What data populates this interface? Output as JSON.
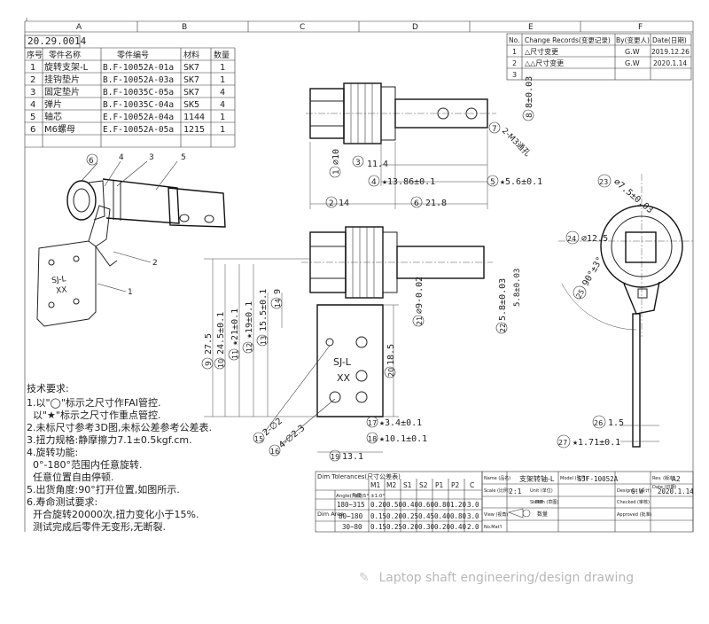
{
  "sheet": {
    "grid_cols": [
      "A",
      "B",
      "C",
      "D",
      "E",
      "F"
    ],
    "drawing_ref": "20.29.0014"
  },
  "bom": {
    "headers": [
      "序号",
      "零件名称",
      "零件编号",
      "材料",
      "数量"
    ],
    "rows": [
      [
        "1",
        "旋转支架-L",
        "B.F-10052A-01a",
        "SK7",
        "1"
      ],
      [
        "2",
        "挂钩垫片",
        "B.F-10052A-03a",
        "SK7",
        "1"
      ],
      [
        "3",
        "固定垫片",
        "B.F-10035C-05a",
        "SK7",
        "4"
      ],
      [
        "4",
        "弹片",
        "B.F-10035C-04a",
        "SK5",
        "4"
      ],
      [
        "5",
        "轴芯",
        "E.F-10052A-04a",
        "1144",
        "1"
      ],
      [
        "6",
        "M6螺母",
        "E.F-10052A-05a",
        "1215",
        "1"
      ]
    ]
  },
  "revisions": {
    "headers": [
      "No.",
      "Change Records(变更记录)",
      "By(变更人)",
      "Date(日期)"
    ],
    "rows": [
      [
        "1",
        "△尺寸变更",
        "G.W",
        "2019.12.26"
      ],
      [
        "2",
        "△△尺寸变更",
        "G.W",
        "2020.1.14"
      ],
      [
        "3",
        "",
        "",
        ""
      ]
    ]
  },
  "balloons_iso": [
    "6",
    "4",
    "3",
    "5",
    "2",
    "1"
  ],
  "iso_marks": [
    "SJ-L",
    "XX"
  ],
  "top_view_dims": [
    {
      "n": "1",
      "t": "∅10"
    },
    {
      "n": "2",
      "t": "14"
    },
    {
      "n": "3",
      "t": "11.4"
    },
    {
      "n": "4",
      "t": "★13.86±0.1"
    },
    {
      "n": "5",
      "t": "★5.6±0.1"
    },
    {
      "n": "6",
      "t": "21.8"
    },
    {
      "n": "7",
      "t": "2-M3通孔"
    },
    {
      "n": "8",
      "t": "8±0.03"
    }
  ],
  "front_view_dims": [
    {
      "n": "9",
      "t": "27.5"
    },
    {
      "n": "10",
      "t": "24.5±0.1"
    },
    {
      "n": "11",
      "t": "★21±0.1"
    },
    {
      "n": "12",
      "t": "★19±0.1"
    },
    {
      "n": "13",
      "t": "15.5±0.1"
    },
    {
      "n": "14",
      "t": "9"
    },
    {
      "n": "15",
      "t": "2-∅2"
    },
    {
      "n": "16",
      "t": "4-∅2.3"
    },
    {
      "n": "17",
      "t": "★3.4±0.1"
    },
    {
      "n": "18",
      "t": "★10.1±0.1"
    },
    {
      "n": "19",
      "t": "13.1"
    },
    {
      "n": "20",
      "t": "18.5"
    },
    {
      "n": "21",
      "t": "∅9-0.02"
    },
    {
      "n": "22",
      "t": "5.8±0.03"
    }
  ],
  "front_marks": [
    "SJ-L",
    "XX"
  ],
  "side_view_dims": [
    {
      "n": "23",
      "t": "∅7.5±0.03"
    },
    {
      "n": "24",
      "t": "∅12.5"
    },
    {
      "n": "25",
      "t": "90°±3°"
    },
    {
      "n": "26",
      "t": "1.5"
    },
    {
      "n": "27",
      "t": "★1.71±0.1"
    }
  ],
  "side_extra": [
    "5.8±0.03"
  ],
  "notes": {
    "title": "技术要求:",
    "lines": [
      "1.以\"◯\"标示之尺寸作FAI管控.",
      "  以\"★\"标示之尺寸作重点管控.",
      "2.未标尺寸参考3D图,未标公差参考公差表.",
      "3.扭力规格:静摩擦力7.1±0.5kgf.cm.",
      "4.旋转功能:",
      "  0°-180°范围内任意旋转.",
      "  任意位置自由停顿.",
      "5.出货角度:90°打开位置,如图所示.",
      "6.寿命测试要求:",
      "  开合旋转20000次,扭力变化小于15%.",
      "  测试完成后零件无变形,无断裂."
    ]
  },
  "tolerance": {
    "title": "Dim Tolerances(尺寸公差表)",
    "grades": [
      "M1",
      "M2",
      "S1",
      "S2",
      "P1",
      "P2",
      "C"
    ],
    "angle_label": "Angle(角度)",
    "angle_value": "±0.5°",
    "angle_value2": "±1.0°",
    "side_label": "Dim Area",
    "rows": [
      [
        "180~315",
        "0.20",
        "0.50",
        "0.40",
        "0.60",
        "0.80",
        "1.20",
        "3.0"
      ],
      [
        "80~180",
        "0.15",
        "0.20",
        "0.25",
        "0.45",
        "0.40",
        "0.80",
        "3.0"
      ],
      [
        "30~80",
        "0.15",
        "0.25",
        "0.20",
        "0.30",
        "0.20",
        "0.40",
        "2.0"
      ]
    ]
  },
  "title_block": {
    "name_label": "Name\n(品名)",
    "name_value": "支架转轴-L",
    "model_label": "Model\n(型号)",
    "model_value": "SJF-10052A",
    "rev_label": "Rev.\n(版本)",
    "rev_value": "A2",
    "scale_label": "Scale\n(比例)",
    "scale_value": "2:1",
    "unit_label": "Unit\n(单位)",
    "unit_value": "mm",
    "designed_label": "Designed\n(设计)",
    "designed_value": "G.W",
    "date_label": "Date\n(日期)",
    "date_value": "2020.1.14",
    "checked_label": "Checked\n(审核)",
    "approved_label": "Approved\n(批准)",
    "view_label": "View\n(视角)",
    "sketch_label": "Sketch\n(草图)",
    "qty_label": "数量",
    "material_label": "No.Mat'l"
  },
  "caption": {
    "text": "Laptop shaft engineering/design drawing",
    "icon": "paperclip-icon"
  }
}
